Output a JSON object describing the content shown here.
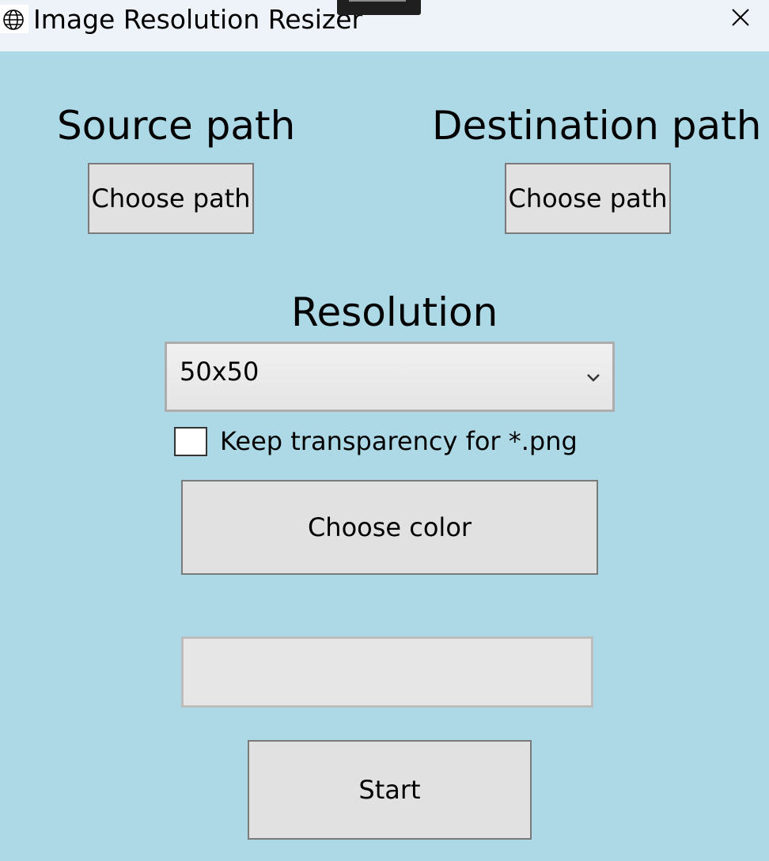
{
  "window": {
    "title": "Image Resolution Resizer",
    "icon": "globe-icon"
  },
  "source": {
    "heading": "Source path",
    "button_label": "Choose path"
  },
  "destination": {
    "heading": "Destination path",
    "button_label": "Choose path"
  },
  "resolution": {
    "heading": "Resolution",
    "selected": "50x50"
  },
  "transparency": {
    "label": "Keep transparency for *.png",
    "checked": false
  },
  "color_button": {
    "label": "Choose color"
  },
  "progress": {
    "value": 0
  },
  "start_button": {
    "label": "Start"
  },
  "colors": {
    "background": "#add8e6",
    "titlebar": "#eef3fa",
    "button": "#e1e1e1",
    "button_border": "#7a7a7a"
  }
}
